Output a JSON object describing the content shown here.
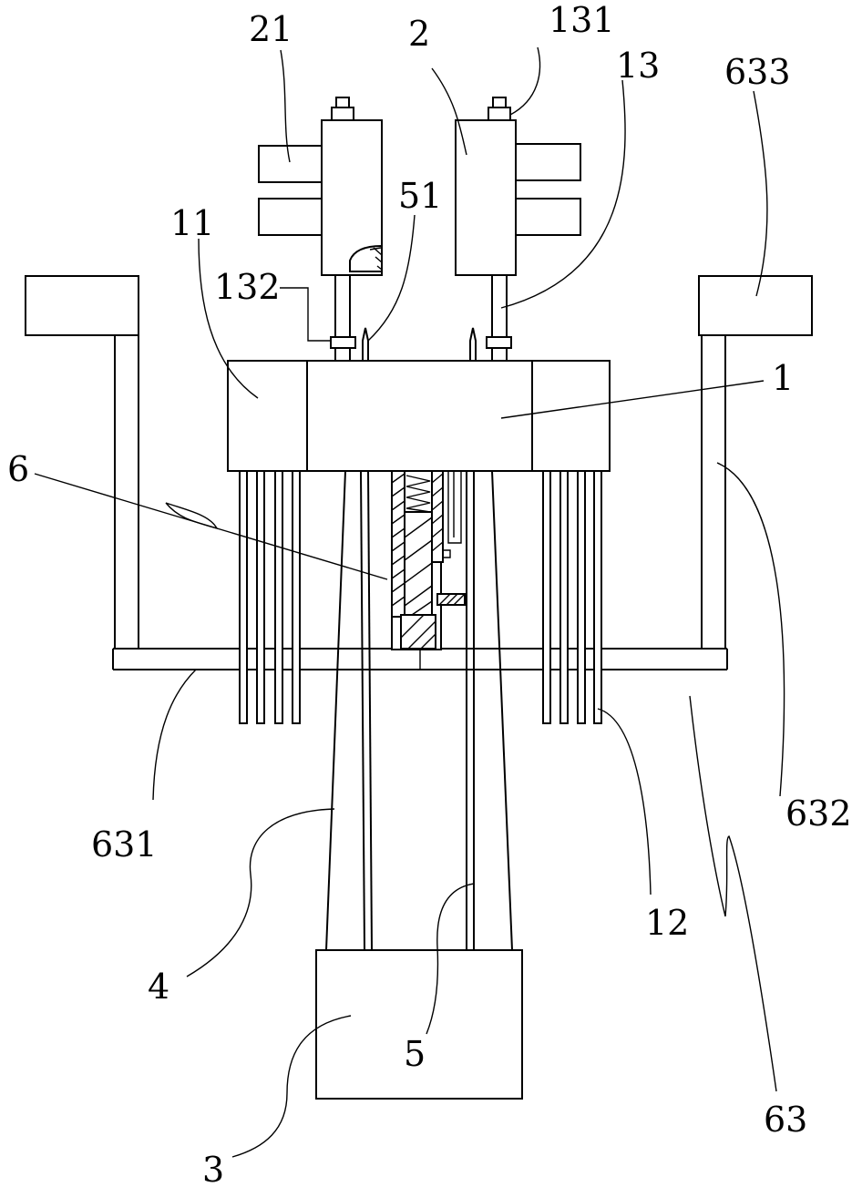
{
  "labels": {
    "l1": "1",
    "l2": "2",
    "l3": "3",
    "l4": "4",
    "l5": "5",
    "l6": "6",
    "l11": "11",
    "l12": "12",
    "l13": "13",
    "l21": "21",
    "l51": "51",
    "l63": "63",
    "l131": "131",
    "l132": "132",
    "l631": "631",
    "l632": "632",
    "l633": "633"
  }
}
